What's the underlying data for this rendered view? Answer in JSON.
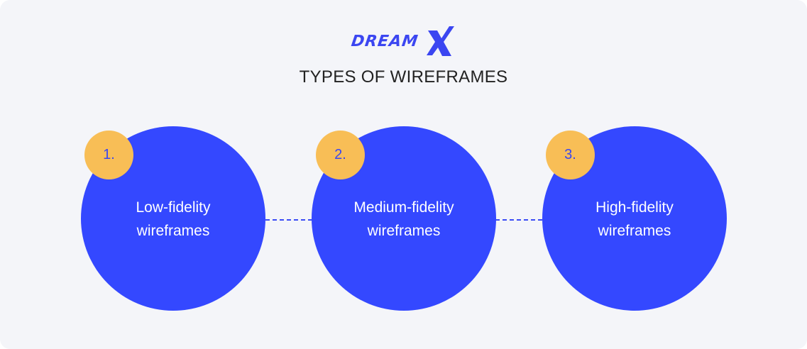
{
  "brand": {
    "logo_text": "DREAMX",
    "accent_color": "#3448ff",
    "badge_color": "#f8be56"
  },
  "title": "TYPES OF WIREFRAMES",
  "steps": [
    {
      "number": "1.",
      "label": "Low-fidelity\nwireframes"
    },
    {
      "number": "2.",
      "label": "Medium-fidelity\nwireframes"
    },
    {
      "number": "3.",
      "label": "High-fidelity\nwireframes"
    }
  ]
}
